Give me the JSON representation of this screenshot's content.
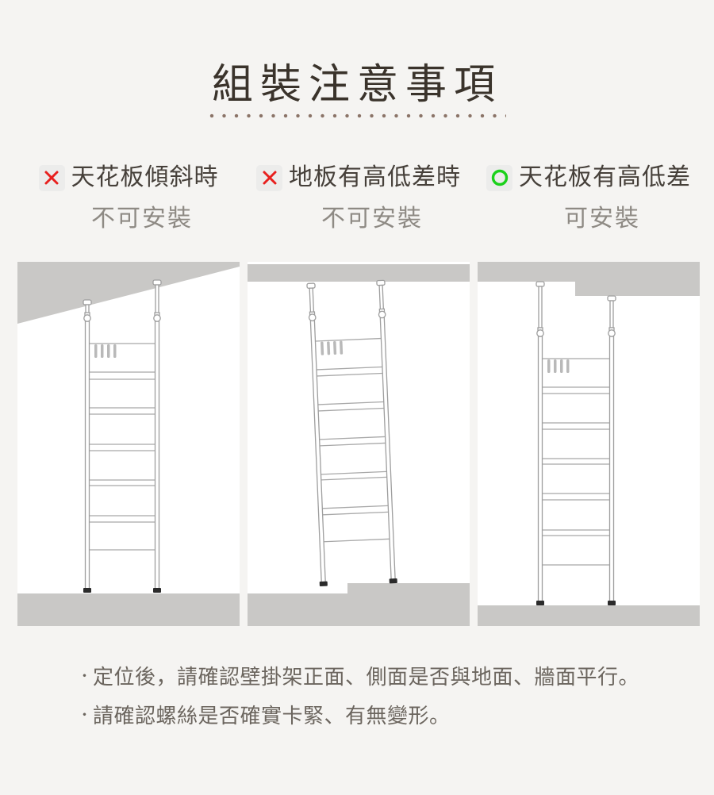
{
  "title": {
    "text": "組裝注意事項"
  },
  "conditions": [
    {
      "icon": "cross-icon",
      "condition": "天花板傾斜時",
      "verdict": "不可安裝"
    },
    {
      "icon": "cross-icon",
      "condition": "地板有高低差時",
      "verdict": "不可安裝"
    },
    {
      "icon": "circle-icon",
      "condition": "天花板有高低差",
      "verdict": "可安裝"
    }
  ],
  "diagrams": [
    {
      "scene": "slanted-ceiling-rack"
    },
    {
      "scene": "floor-height-difference-rack"
    },
    {
      "scene": "ceiling-height-difference-rack"
    }
  ],
  "notes": {
    "bullet": "・",
    "items": [
      "定位後，請確認壁掛架正面、側面是否與地面、牆面平行。",
      "請確認螺絲是否確實卡緊、有無變形。"
    ]
  },
  "colors": {
    "not_allowed": "#e8201e",
    "allowed": "#1bd11b",
    "structure_gray": "#c9c8c6"
  }
}
